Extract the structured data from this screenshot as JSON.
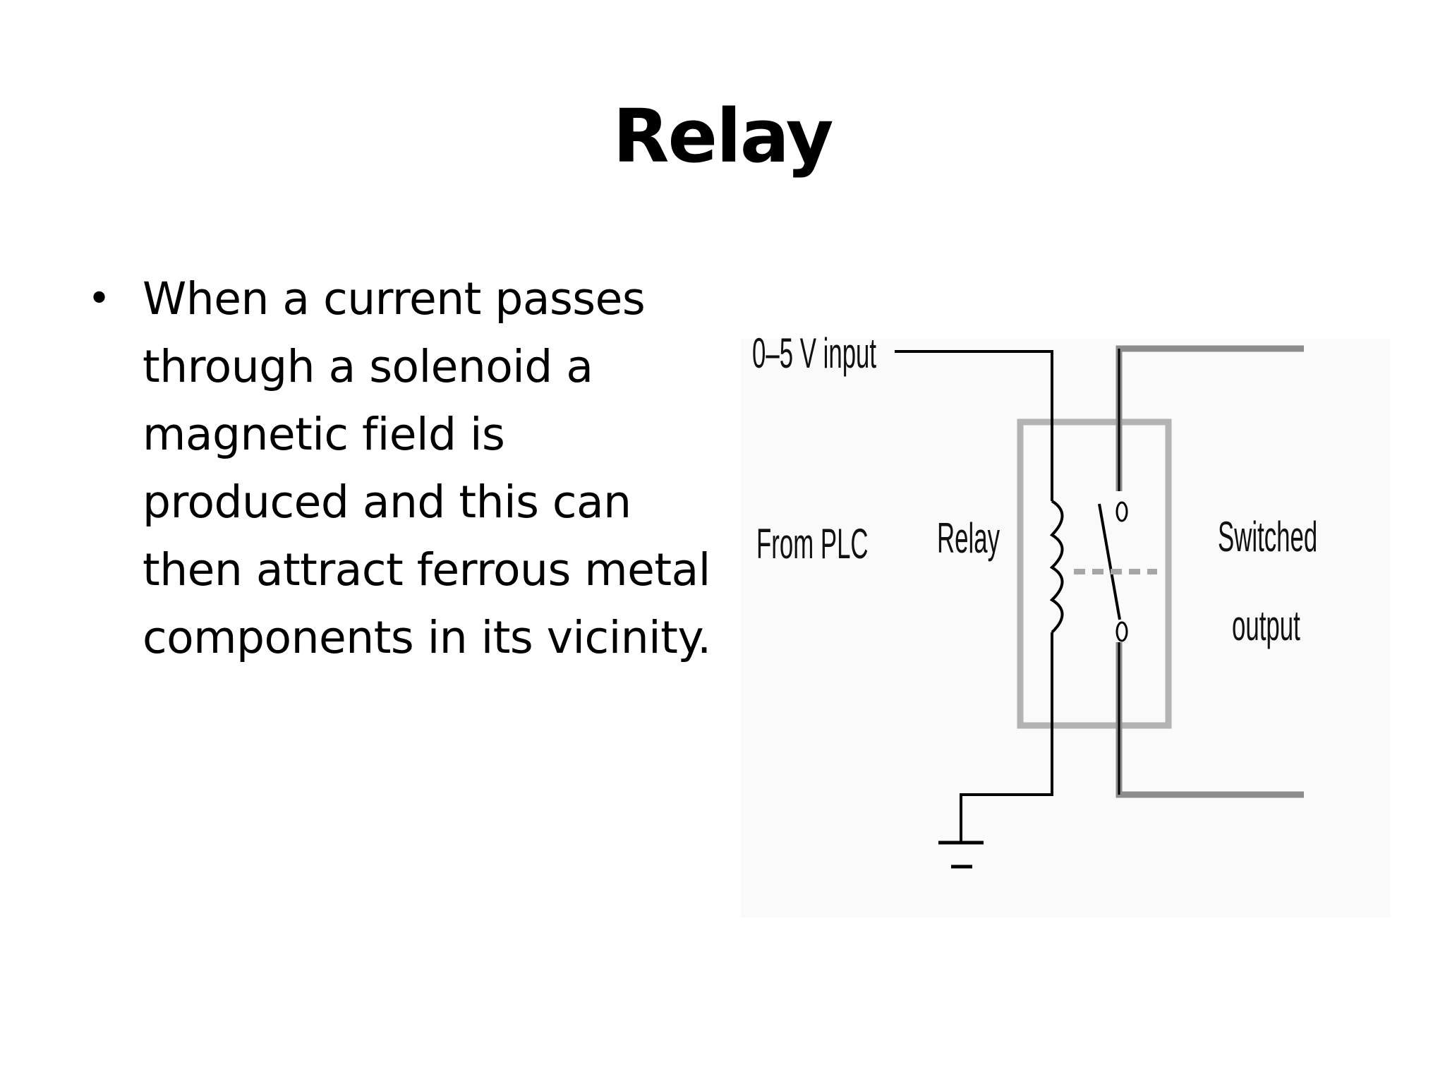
{
  "slide": {
    "title": "Relay",
    "bullets": [
      "When a current passes through a solenoid a magnetic field is produced and this can then attract ferrous metal components in its vicinity."
    ]
  },
  "diagram": {
    "labels": {
      "input": "0–5 V input",
      "from_plc": "From PLC",
      "relay": "Relay",
      "switched": "Switched",
      "output": "output"
    },
    "colors": {
      "wire": "#000000",
      "switched_wire": "#8c8c8c",
      "relay_box": "#b3b3b3",
      "coupling": "#a6a6a6"
    },
    "icons": [
      "relay-coil-icon",
      "switch-contact-icon",
      "ground-icon"
    ]
  }
}
